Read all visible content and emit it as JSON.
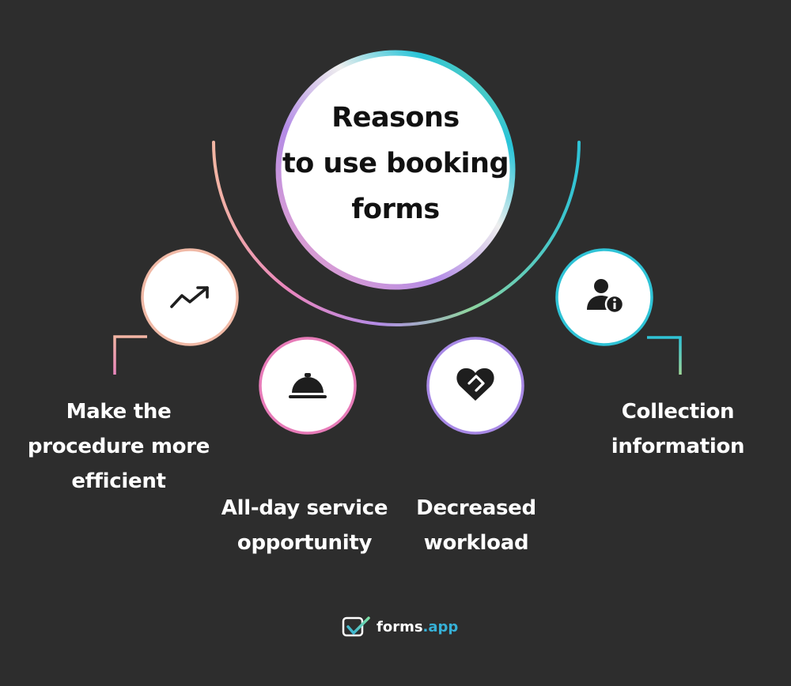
{
  "title_lines": [
    "Reasons",
    "to use booking",
    "forms"
  ],
  "items": [
    {
      "lines": [
        "Make the",
        "procedure more",
        "efficient"
      ],
      "icon": "trending-up-icon",
      "ring_color": "#f0b9a6"
    },
    {
      "lines": [
        "All-day service",
        "opportunity"
      ],
      "icon": "service-bell-icon",
      "ring_color": "#e77bb8"
    },
    {
      "lines": [
        "Decreased",
        "workload"
      ],
      "icon": "heart-handshake-icon",
      "ring_color": "#a889e6"
    },
    {
      "lines": [
        "Collection",
        "information"
      ],
      "icon": "user-info-icon",
      "ring_color": "#2fc3d6"
    }
  ],
  "brand": {
    "name": "forms",
    "tld": ".app",
    "icon": "forms-app-logo-icon"
  },
  "colors": {
    "background": "#2d2d2d",
    "peach": "#f0b9a6",
    "pink": "#e77bb8",
    "purple": "#a889e6",
    "cyan": "#2fc3d6",
    "green": "#9fd89a"
  }
}
